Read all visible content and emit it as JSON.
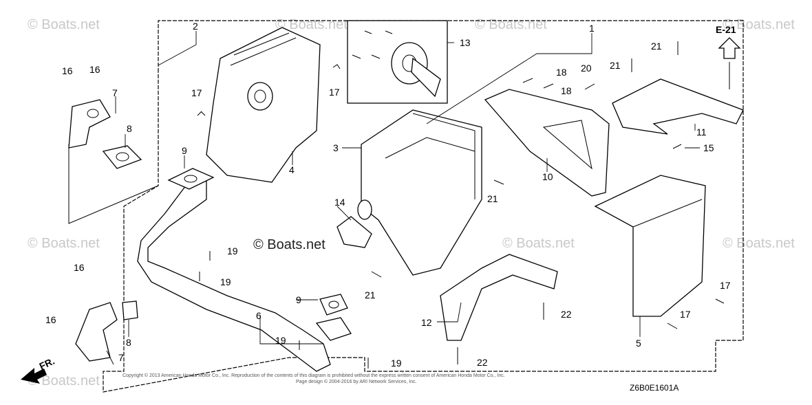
{
  "watermarks": {
    "tl": "© Boats.net",
    "tc": "© Boats.net",
    "tr1": "© Boats.net",
    "tr2": "© Boats.net",
    "ml": "© Boats.net",
    "mc": "© Boats.net",
    "mr1": "© Boats.net",
    "mr2": "© Boats.net",
    "bl": "© Boats.net",
    "center_dark": "© Boats.net"
  },
  "reference_label": "E-21",
  "diagram_code": "Z6B0E1601A",
  "front_label": "FR.",
  "copyright_line1": "Copyright © 2013 American Honda Motor Co., Inc. Reproduction of the contents of this diagram is prohibited without the express written consent of American Honda Motor Co., Inc.",
  "copyright_line2": "Page design © 2004-2016 by ARI Network Services, Inc.",
  "callouts": {
    "c1": "1",
    "c2": "2",
    "c3": "3",
    "c4": "4",
    "c5": "5",
    "c6": "6",
    "c7a": "7",
    "c7b": "7",
    "c8a": "8",
    "c8b": "8",
    "c9a": "9",
    "c9b": "9",
    "c10": "10",
    "c11": "11",
    "c12": "12",
    "c13": "13",
    "c14": "14",
    "c15": "15",
    "c16a": "16",
    "c16b": "16",
    "c16c": "16",
    "c16d": "16",
    "c17a": "17",
    "c17b": "17",
    "c17c": "17",
    "c17d": "17",
    "c18a": "18",
    "c18b": "18",
    "c19a": "19",
    "c19b": "19",
    "c19c": "19",
    "c19d": "19",
    "c20": "20",
    "c21a": "21",
    "c21b": "21",
    "c21c": "21",
    "c21d": "21",
    "c22a": "22",
    "c22b": "22"
  }
}
